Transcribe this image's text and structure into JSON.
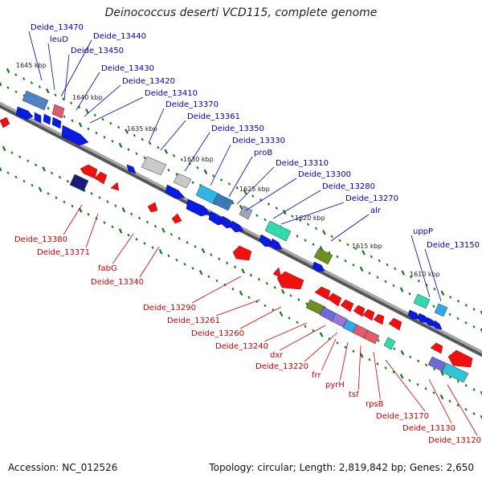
{
  "title": "Deinococcus deserti VCD115, complete genome",
  "accession": "Accession: NC_012526",
  "topology": "Topology: circular; Length: 2,819,842 bp; Genes: 2,650",
  "colors": {
    "forward_label": "#0000bb",
    "reverse_label": "#cc0000",
    "backbone": "#8a8a8a",
    "tick": "#117711"
  },
  "scale_labels": [
    "1645 kbp",
    "1640 kbp",
    "1635 kbp",
    "1630 kbp",
    "1625 kbp",
    "1620 kbp",
    "1615 kbp",
    "1610 kbp"
  ],
  "forward_genes": [
    "Deide_13470",
    "leuD",
    "Deide_13440",
    "Deide_13450",
    "Deide_13430",
    "Deide_13420",
    "Deide_13410",
    "Deide_13370",
    "Deide_13361",
    "Deide_13350",
    "Deide_13330",
    "proB",
    "Deide_13310",
    "Deide_13300",
    "Deide_13280",
    "Deide_13270",
    "alr",
    "uppP",
    "Deide_13150"
  ],
  "reverse_genes": [
    "Deide_13380",
    "Deide_13371",
    "fabG",
    "Deide_13340",
    "Deide_13290",
    "Deide_13261",
    "Deide_13260",
    "Deide_13240",
    "dxr",
    "Deide_13220",
    "frr",
    "pyrH",
    "tsf",
    "rpsB",
    "Deide_13170",
    "Deide_13130",
    "Deide_13120"
  ]
}
